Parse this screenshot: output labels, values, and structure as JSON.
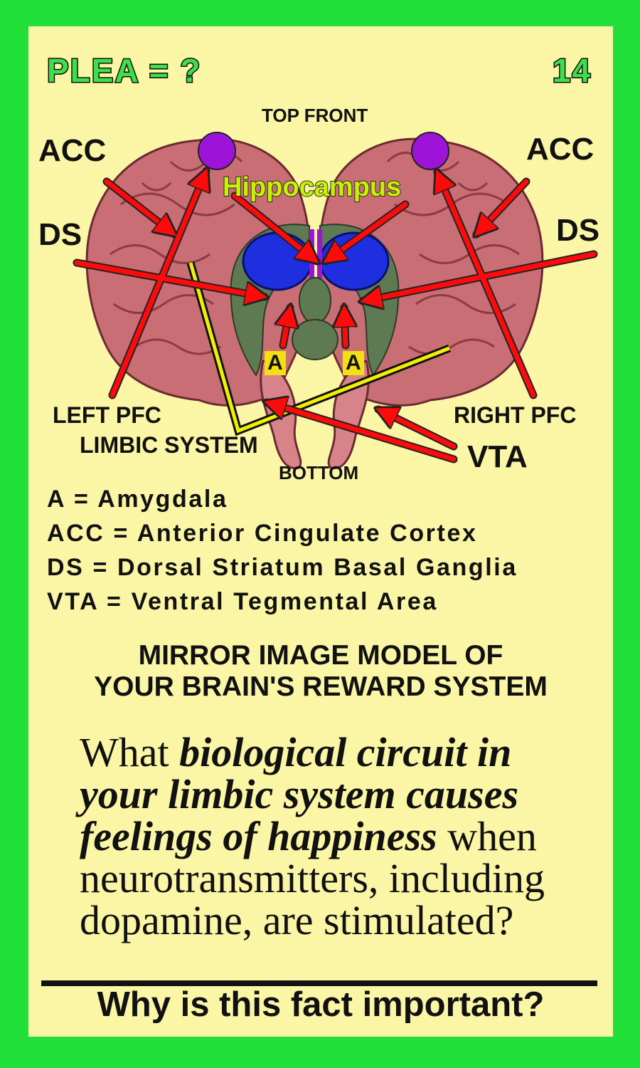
{
  "card": {
    "title": "PLEA = ?",
    "number": "14"
  },
  "diagram": {
    "top_front": "TOP FRONT",
    "bottom": "BOTTOM",
    "acc_left": "ACC",
    "acc_right": "ACC",
    "ds_left": "DS",
    "ds_right": "DS",
    "hippocampus": "Hippocampus",
    "amygdala_left": "A",
    "amygdala_right": "A",
    "left_pfc": "LEFT PFC",
    "right_pfc": "RIGHT PFC",
    "limbic_system": "LIMBIC SYSTEM",
    "vta": "VTA"
  },
  "legend": [
    "A = Amygdala",
    "ACC = Anterior Cingulate Cortex",
    "DS = Dorsal Striatum Basal Ganglia",
    "VTA = Ventral Tegmental Area"
  ],
  "heading": {
    "line1": "MIRROR IMAGE MODEL OF",
    "line2": "YOUR BRAIN'S REWARD SYSTEM"
  },
  "question": {
    "part1": "What ",
    "emph1": "biological circuit in your limbic system causes feelings of happiness",
    "part2": " when neurotransmitters, including dopamine, are stimulated?"
  },
  "footer": "Why is this fact important?",
  "colors": {
    "border": "#22e03a",
    "card": "#fbf5a6",
    "arrow": "#ff0a0a",
    "brain": "#c86e74",
    "limbic": "#5e7a52",
    "striatum": "#1f2fe0",
    "acc": "#9d14d8"
  }
}
